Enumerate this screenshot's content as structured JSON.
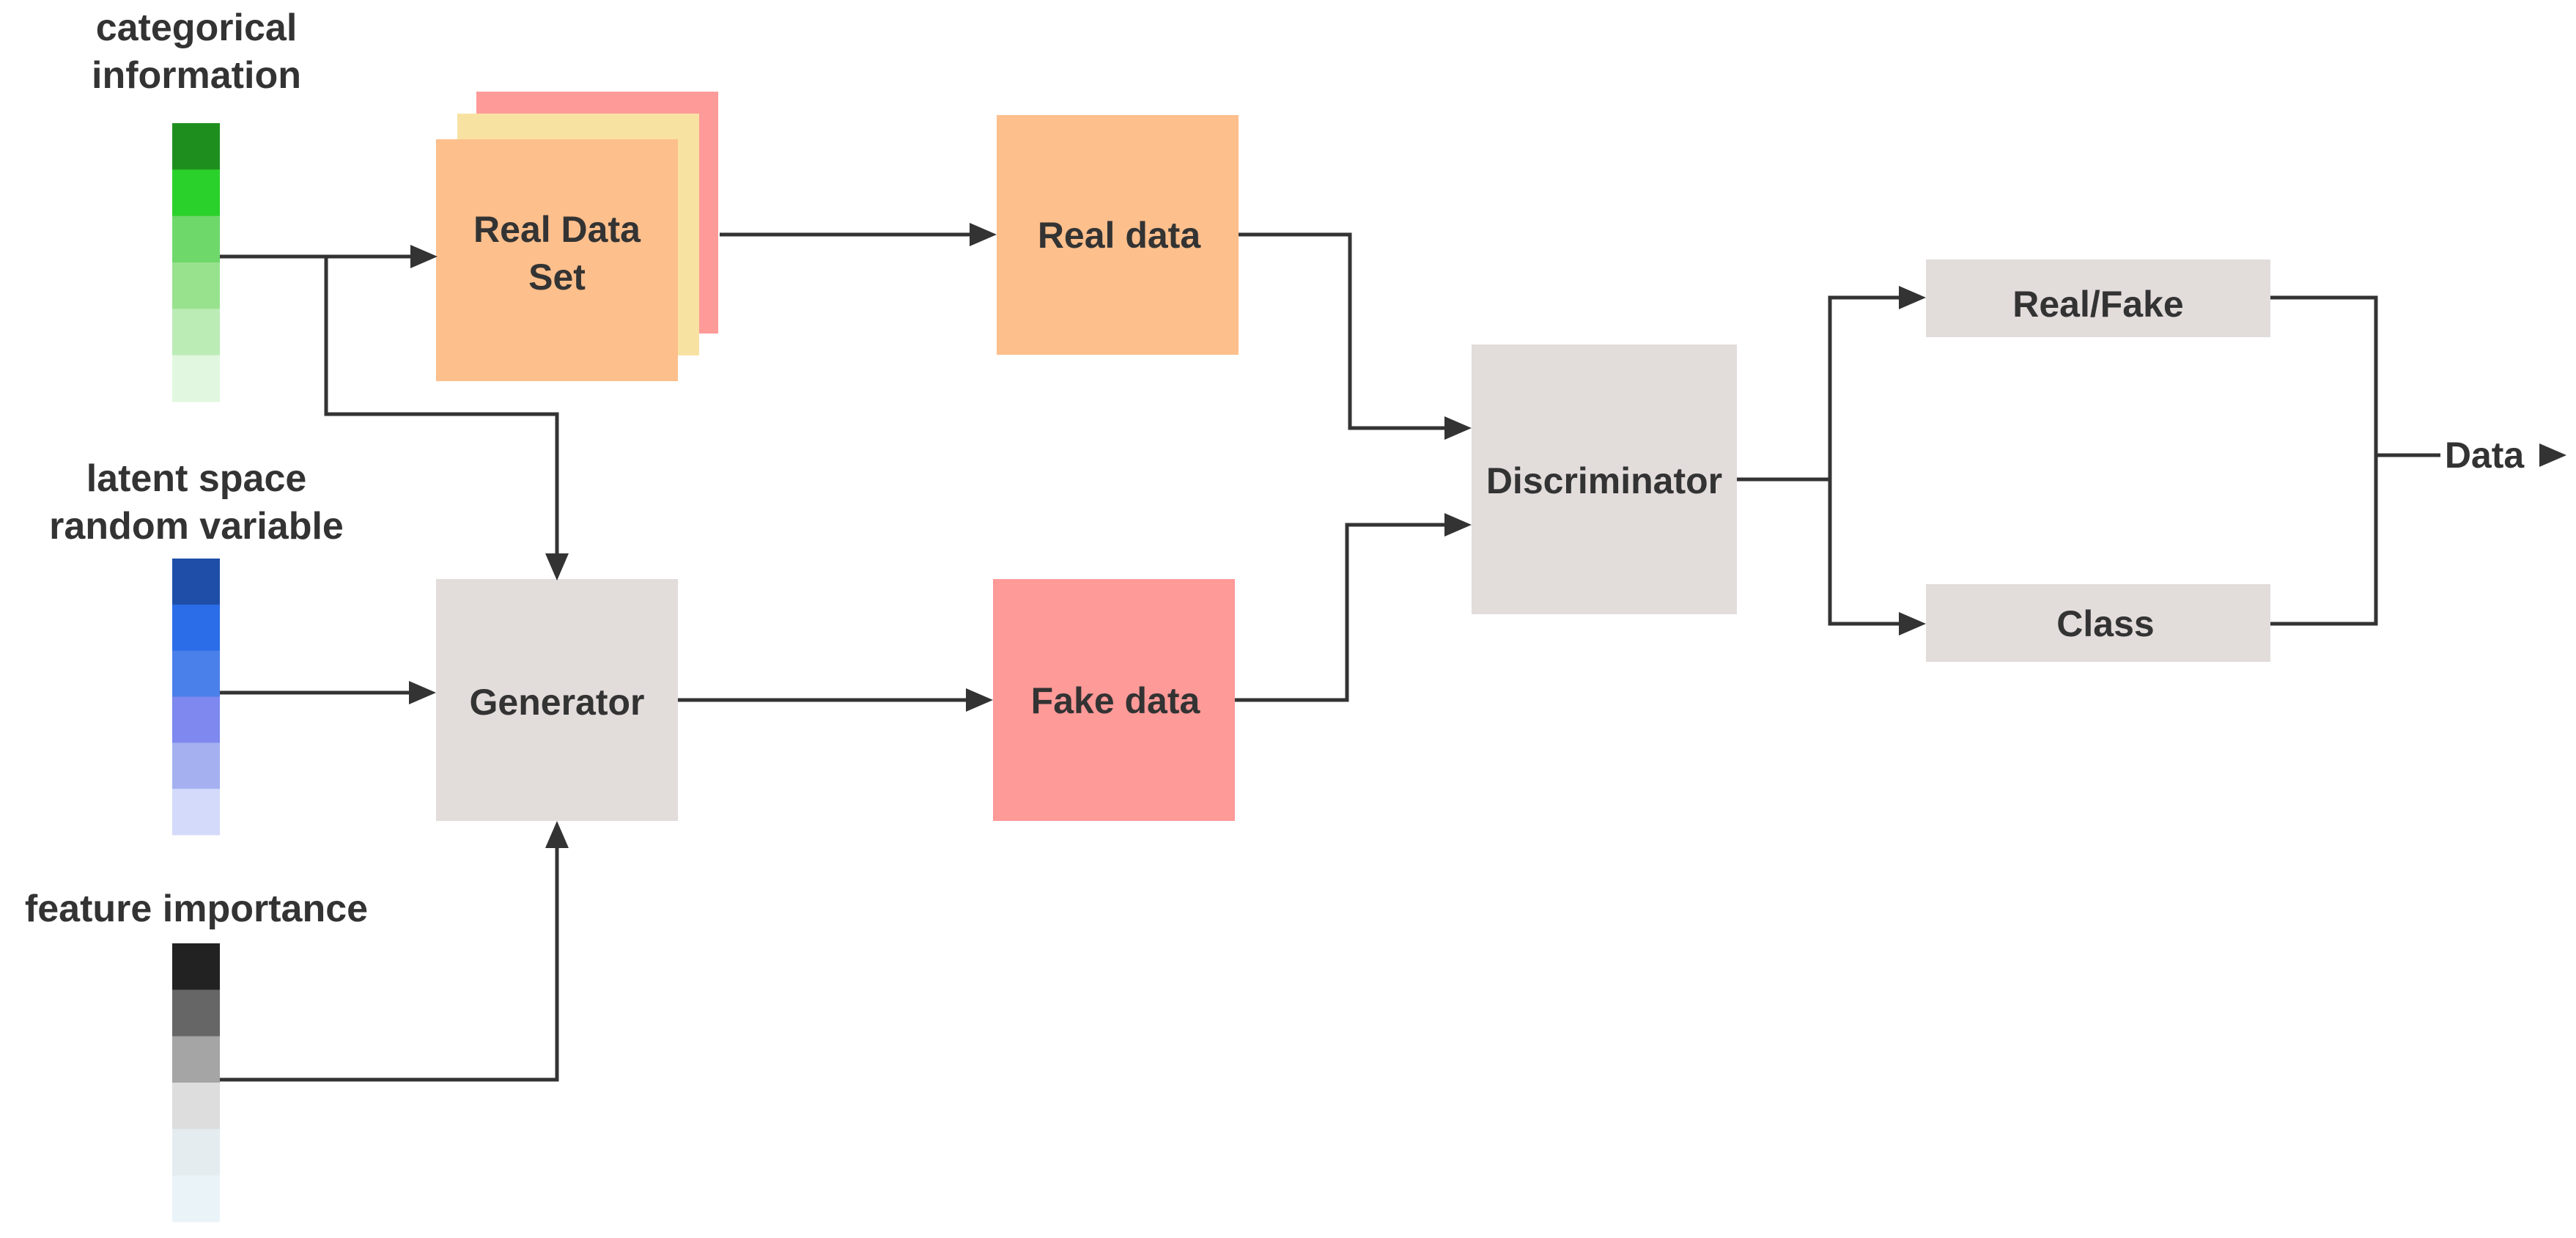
{
  "inputs": {
    "categorical": {
      "label_line1": "categorical",
      "label_line2": "information",
      "colors": [
        "#1e8f1e",
        "#2bd12b",
        "#6fd86a",
        "#98e28e",
        "#bcecb6",
        "#e2f7df"
      ]
    },
    "latent": {
      "label_line1": "latent space",
      "label_line2": "random variable",
      "colors": [
        "#1e4ea8",
        "#2b6de8",
        "#4a80ea",
        "#7e88ee",
        "#a4b0f0",
        "#d4dafa"
      ]
    },
    "feature": {
      "label": "feature importance",
      "colors": [
        "#222222",
        "#666666",
        "#a5a5a5",
        "#dddddd",
        "#e4ecf0",
        "#eaf4f8"
      ]
    }
  },
  "nodes": {
    "real_data_set": {
      "line1": "Real Data",
      "line2": "Set"
    },
    "generator": {
      "label": "Generator"
    },
    "real_data": {
      "label": "Real data"
    },
    "fake_data": {
      "label": "Fake data"
    },
    "discriminator": {
      "label": "Discriminator"
    },
    "real_fake": {
      "label": "Real/Fake"
    },
    "class": {
      "label": "Class"
    },
    "output": {
      "label": "Data"
    }
  },
  "colors": {
    "orange": "#fdbf8c",
    "yellow": "#f8e2a2",
    "pink": "#fe9a98",
    "gray": "#e2dcdb",
    "line": "#333333",
    "text": "#333333"
  }
}
